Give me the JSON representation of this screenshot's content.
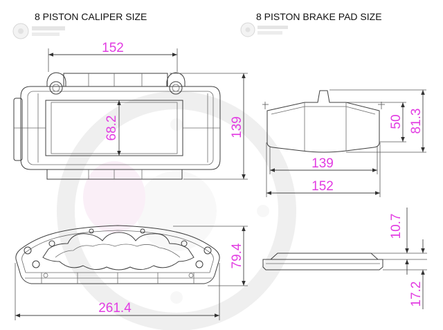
{
  "titles": {
    "caliper": "8 PISTON CALIPER SIZE",
    "pad": "8 PISTON BRAKE PAD SIZE"
  },
  "caliper_front": {
    "width": "152",
    "window_height": "68.2",
    "height": "139"
  },
  "pad_front": {
    "height_inner": "50",
    "height_overall": "81.3",
    "width_inner": "139",
    "width_overall": "152"
  },
  "caliper_side": {
    "height": "79.4",
    "length": "261.4"
  },
  "pad_side": {
    "dimension_a": "10.7",
    "dimension_b": "17.2"
  },
  "colors": {
    "dimension_text": "#e23ce2",
    "drawing_line": "#3c3c3c",
    "title_text": "#111111",
    "watermark": "#e2e2e2"
  },
  "icons": {
    "logo_left": "brand-logo-icon",
    "logo_right": "brand-logo-icon",
    "watermark": "brake-disc-watermark-icon",
    "dimension_arrow": "arrow-head-icon"
  }
}
